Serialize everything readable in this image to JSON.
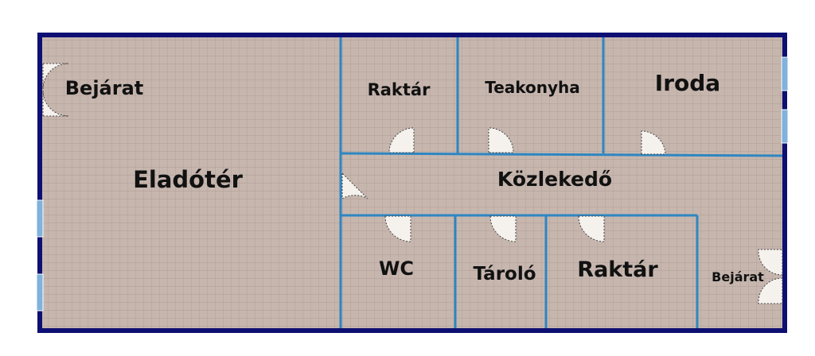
{
  "colors": {
    "floor": "#c6b6ae",
    "grid": "#a89890",
    "outer_wall": "#0d0f73",
    "inner_wall": "#2e86c1",
    "window": "#7fb2dc",
    "door": "#f5f2ee",
    "door_outline": "#444444",
    "label": "#111111"
  },
  "rooms": {
    "salesroom": "Eladótér",
    "entrance_left": "Bejárat",
    "storage_top": "Raktár",
    "tea_kitchen": "Teakonyha",
    "office": "Iroda",
    "corridor": "Közlekedő",
    "wc": "WC",
    "store_room": "Tároló",
    "storage_bottom": "Raktár",
    "entrance_right": "Bejárat"
  },
  "icons": {
    "door": "door-swing-icon",
    "window": "window-icon"
  }
}
